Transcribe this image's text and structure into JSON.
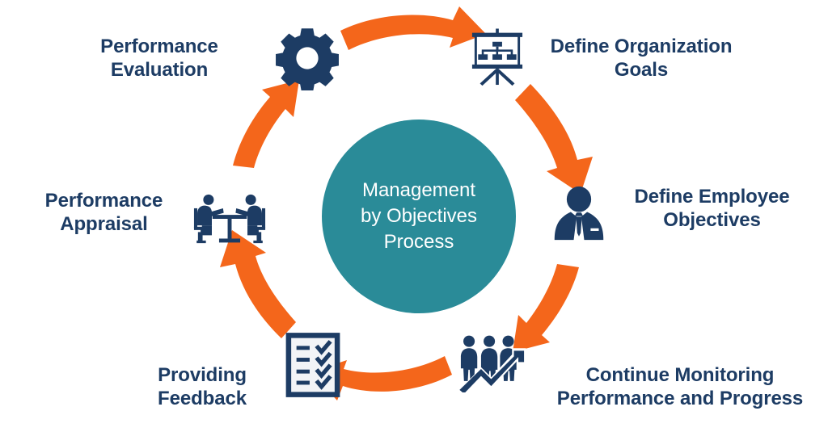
{
  "diagram": {
    "title": "Management by Objectives Process",
    "center": {
      "text": "Management\nby Objectives\nProcess",
      "fill": "#2a8b98",
      "text_color": "#ffffff"
    },
    "colors": {
      "accent_orange": "#f4661b",
      "navy": "#1d3c64",
      "teal": "#2a8b98",
      "background": "#ffffff"
    },
    "steps": [
      {
        "id": "define-organization-goals",
        "label": "Define Organization\nGoals",
        "icon": "presentation-board-org-chart-icon",
        "position": "top-right"
      },
      {
        "id": "define-employee-objectives",
        "label": "Define Employee\nObjectives",
        "icon": "businessman-icon",
        "position": "right"
      },
      {
        "id": "continue-monitoring-performance-and-progress",
        "label": "Continue Monitoring\nPerformance and Progress",
        "icon": "people-growth-chart-icon",
        "position": "bottom-right"
      },
      {
        "id": "providing-feedback",
        "label": "Providing\nFeedback",
        "icon": "checklist-clipboard-icon",
        "position": "bottom-left"
      },
      {
        "id": "performance-appraisal",
        "label": "Performance\nAppraisal",
        "icon": "two-people-at-table-icon",
        "position": "left"
      },
      {
        "id": "performance-evaluation",
        "label": "Performance\nEvaluation",
        "icon": "gear-icon",
        "position": "top-left"
      }
    ],
    "arrows": [
      {
        "id": "arrow-evaluation-to-goals",
        "direction": "clockwise",
        "from": "performance-evaluation",
        "to": "define-organization-goals"
      },
      {
        "id": "arrow-goals-to-objectives",
        "direction": "clockwise",
        "from": "define-organization-goals",
        "to": "define-employee-objectives"
      },
      {
        "id": "arrow-objectives-to-monitoring",
        "direction": "clockwise",
        "from": "define-employee-objectives",
        "to": "continue-monitoring-performance-and-progress"
      },
      {
        "id": "arrow-monitoring-to-feedback",
        "direction": "clockwise",
        "from": "continue-monitoring-performance-and-progress",
        "to": "providing-feedback"
      },
      {
        "id": "arrow-feedback-to-appraisal",
        "direction": "clockwise",
        "from": "providing-feedback",
        "to": "performance-appraisal"
      },
      {
        "id": "arrow-appraisal-to-evaluation",
        "direction": "clockwise",
        "from": "performance-appraisal",
        "to": "performance-evaluation"
      }
    ]
  }
}
